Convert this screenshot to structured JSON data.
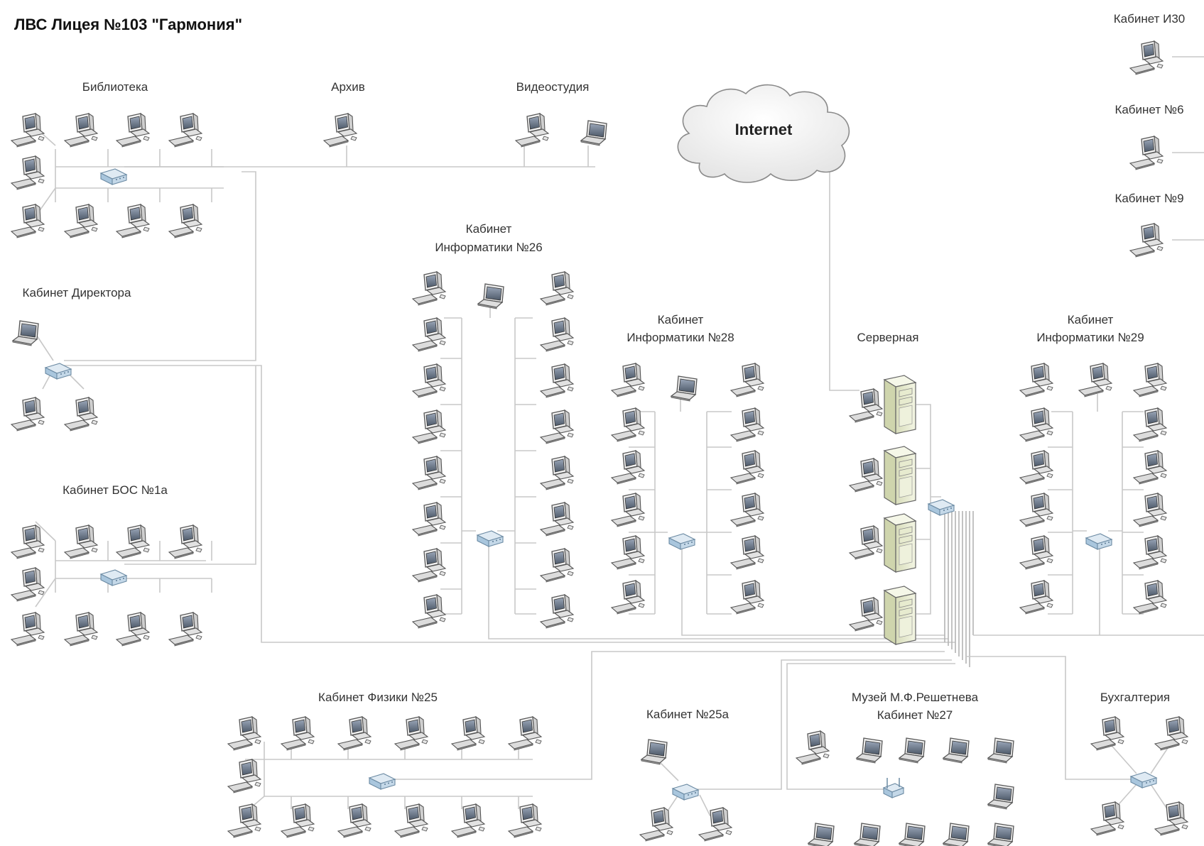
{
  "title": "ЛВС Лицея №103 \"Гармония\"",
  "internet": "Internet",
  "rooms": {
    "library": "Библиотека",
    "archive": "Архив",
    "video_studio": "Видеостудия",
    "director": "Кабинет Директора",
    "bos": "Кабинет БОС №1а",
    "inf26_line1": "Кабинет",
    "inf26_line2": "Информатики №26",
    "inf28_line1": "Кабинет",
    "inf28_line2": "Информатики №28",
    "server_room": "Серверная",
    "inf29_line1": "Кабинет",
    "inf29_line2": "Информатики №29",
    "izo": "Кабинет И30",
    "cab6": "Кабинет №6",
    "cab9": "Кабинет №9",
    "physics": "Кабинет Физики №25",
    "cab25a": "Кабинет №25а",
    "museum_line1": "Музей М.Ф.Решетнева",
    "museum_line2": "Кабинет №27",
    "accounting": "Бухгалтерия"
  },
  "colors": {
    "wire": "#c8c8c8",
    "switch": "#a9c6dd",
    "server": "#e9edd2",
    "cloud": "#f2f2f2"
  },
  "icons": [
    "desktop-pc-icon",
    "laptop-icon",
    "switch-icon",
    "server-icon",
    "wireless-router-icon",
    "cloud-icon"
  ]
}
